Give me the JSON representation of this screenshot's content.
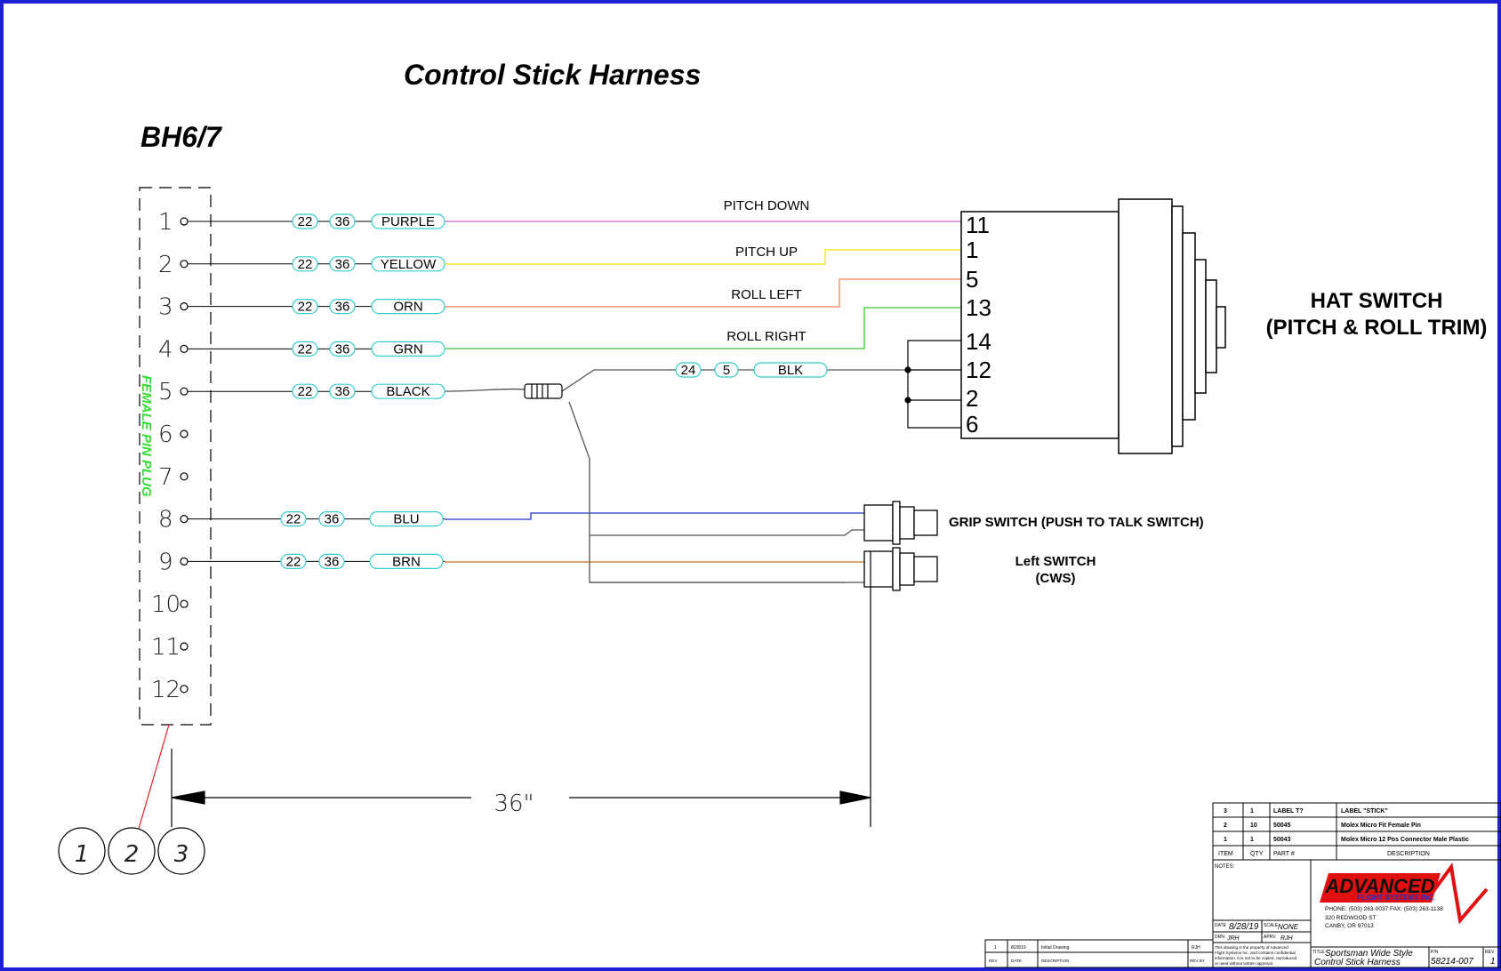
{
  "title": "Control Stick Harness",
  "connector": {
    "name": "BH6/7",
    "type_label": "FEMALE PIN PLUG",
    "pins": [
      "1",
      "2",
      "3",
      "4",
      "5",
      "6",
      "7",
      "8",
      "9",
      "10",
      "11",
      "12"
    ]
  },
  "wires": [
    {
      "pin": "1",
      "gauge": "22",
      "length": "36",
      "color_name": "PURPLE",
      "signal": "PITCH DOWN",
      "hat_pin": "11",
      "stroke": "#cc66cc"
    },
    {
      "pin": "2",
      "gauge": "22",
      "length": "36",
      "color_name": "YELLOW",
      "signal": "PITCH UP",
      "hat_pin": "1",
      "stroke": "#f0e000"
    },
    {
      "pin": "3",
      "gauge": "22",
      "length": "36",
      "color_name": "ORN",
      "signal": "ROLL LEFT",
      "hat_pin": "5",
      "stroke": "#ff7f50"
    },
    {
      "pin": "4",
      "gauge": "22",
      "length": "36",
      "color_name": "GRN",
      "signal": "ROLL RIGHT",
      "hat_pin": "13",
      "stroke": "#33cc33"
    },
    {
      "pin": "5",
      "gauge": "22",
      "length": "36",
      "color_name": "BLACK",
      "signal": "",
      "hat_pin": "",
      "stroke": "#555555"
    },
    {
      "pin": "8",
      "gauge": "22",
      "length": "36",
      "color_name": "BLU",
      "signal": "",
      "hat_pin": "",
      "stroke": "#2233cc"
    },
    {
      "pin": "9",
      "gauge": "22",
      "length": "36",
      "color_name": "BRN",
      "signal": "",
      "hat_pin": "",
      "stroke": "#d2691e"
    }
  ],
  "ground_branch": {
    "gauge": "24",
    "length": "5",
    "color_name": "BLK"
  },
  "hat_switch": {
    "title_line1": "HAT SWITCH",
    "title_line2": "(PITCH & ROLL TRIM)",
    "pins": [
      "11",
      "1",
      "5",
      "13",
      "14",
      "12",
      "2",
      "6"
    ]
  },
  "grip_switch": {
    "label": "GRIP SWITCH (PUSH TO TALK SWITCH)"
  },
  "left_switch": {
    "label_line1": "Left SWITCH",
    "label_line2": "(CWS)"
  },
  "dimension": {
    "label": "36\""
  },
  "balloons": [
    "1",
    "2",
    "3"
  ],
  "bom": {
    "rows": [
      {
        "item": "3",
        "qty": "1",
        "part": "LABEL T?",
        "desc": "LABEL \"STICK\""
      },
      {
        "item": "2",
        "qty": "10",
        "part": "50045",
        "desc": "Molex Micro Fit Female Pin"
      },
      {
        "item": "1",
        "qty": "1",
        "part": "50043",
        "desc": "Molex Micro 12 Pos Connector Male Plastic"
      }
    ],
    "headers": {
      "item": "ITEM",
      "qty": "QTY",
      "part": "PART #",
      "desc": "DESCRIPTION"
    }
  },
  "title_block": {
    "notes_label": "NOTES:",
    "company": "ADVANCED",
    "company_sub": "FLIGHT SYSTEMS INC.",
    "phone": "PHONE: (503) 263-0037  FAX: (503) 263-1138",
    "address1": "320 REDWOOD ST",
    "address2": "CANBY, OR 97013",
    "date_label": "DATE",
    "date": "8/28/19",
    "scale_label": "SCALE",
    "scale": "NONE",
    "drn_label": "DRN.",
    "drn": "JRH",
    "aprv_label": "APRV.",
    "aprv": "RJH",
    "confidential1": "This drawing is the property of Advanced",
    "confidential2": "Flight Systems Inc. and contains confidential",
    "confidential3": "information. It is not to be copied, reproduced",
    "confidential4": "or used without written approval.",
    "title_label": "TITLE",
    "title1": "Sportsman Wide Style",
    "title2": "Control Stick Harness",
    "pn_label": "P/N",
    "pn": "58214-007",
    "rev_label": "REV",
    "rev": "1"
  },
  "revision": {
    "rev": "1",
    "date": "8/28/19",
    "desc": "Initial Drawing",
    "by": "RJH",
    "headers": {
      "rev": "REV",
      "date": "DATE",
      "desc": "DESCRIPTION",
      "by": "REV BY"
    }
  }
}
